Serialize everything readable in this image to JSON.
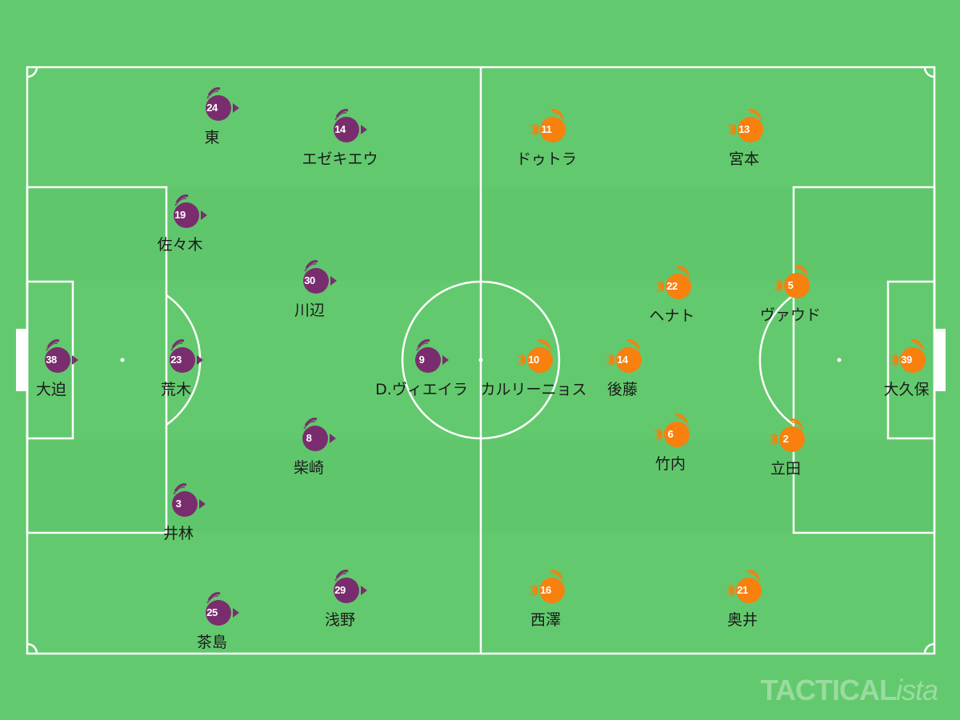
{
  "colors": {
    "grass": "#63c96e",
    "team_left": "#7a2d6e",
    "team_right": "#f7800e",
    "lines": "#ffffff"
  },
  "watermark": {
    "main": "TACTICAL",
    "sub": "ista"
  },
  "team_left": [
    {
      "number": "24",
      "name": "東"
    },
    {
      "number": "14",
      "name": "エゼキエウ"
    },
    {
      "number": "19",
      "name": "佐々木"
    },
    {
      "number": "30",
      "name": "川辺"
    },
    {
      "number": "38",
      "name": "大迫"
    },
    {
      "number": "23",
      "name": "荒木"
    },
    {
      "number": "9",
      "name": "D.ヴィエイラ"
    },
    {
      "number": "8",
      "name": "柴崎"
    },
    {
      "number": "3",
      "name": "井林"
    },
    {
      "number": "29",
      "name": "浅野"
    },
    {
      "number": "25",
      "name": "茶島"
    }
  ],
  "team_right": [
    {
      "number": "11",
      "name": "ドゥトラ"
    },
    {
      "number": "13",
      "name": "宮本"
    },
    {
      "number": "22",
      "name": "ヘナト"
    },
    {
      "number": "5",
      "name": "ヴァウド"
    },
    {
      "number": "10",
      "name": "カルリーニョス"
    },
    {
      "number": "14",
      "name": "後藤"
    },
    {
      "number": "39",
      "name": "大久保"
    },
    {
      "number": "6",
      "name": "竹内"
    },
    {
      "number": "2",
      "name": "立田"
    },
    {
      "number": "16",
      "name": "西澤"
    },
    {
      "number": "21",
      "name": "奥井"
    }
  ]
}
